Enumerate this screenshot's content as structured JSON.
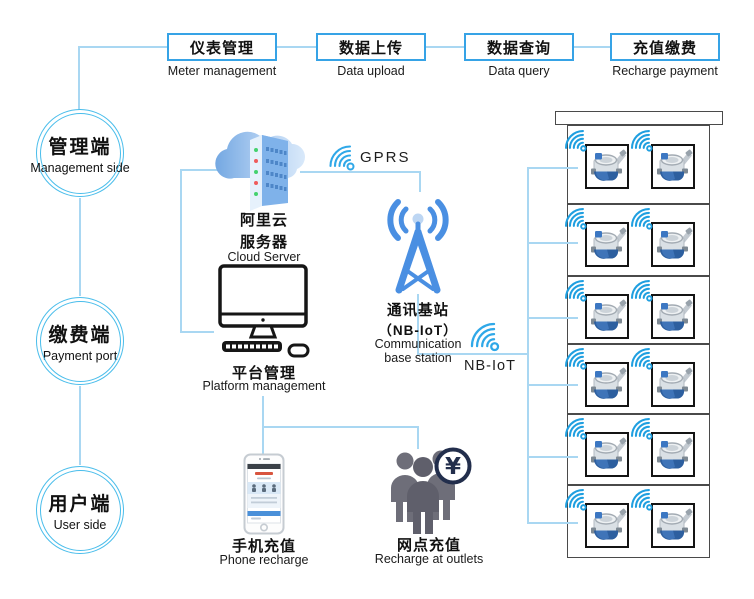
{
  "top_flow": {
    "boxes": [
      {
        "zh": "仪表管理",
        "en": "Meter management"
      },
      {
        "zh": "数据上传",
        "en": "Data upload"
      },
      {
        "zh": "数据查询",
        "en": "Data query"
      },
      {
        "zh": "充值缴费",
        "en": "Recharge payment"
      }
    ]
  },
  "roles": [
    {
      "zh": "管理端",
      "en": "Management side"
    },
    {
      "zh": "缴费端",
      "en": "Payment port"
    },
    {
      "zh": "用户端",
      "en": "User side"
    }
  ],
  "cloud_server": {
    "zh1": "阿里云",
    "zh2": "服务器",
    "en": "Cloud Server"
  },
  "network": {
    "gprs": "GPRS",
    "nbiot": "NB-IoT"
  },
  "base_station": {
    "zh": "通讯基站",
    "sub": "（NB-IoT）",
    "en1": "Communication",
    "en2": "base station"
  },
  "platform": {
    "zh": "平台管理",
    "en": "Platform management"
  },
  "phone": {
    "zh": "手机充值",
    "en": "Phone recharge"
  },
  "outlets": {
    "zh": "网点充值",
    "en": "Recharge at outlets"
  },
  "currency_symbol": "¥",
  "meter_wall": {
    "rows": 6,
    "cols": 2
  },
  "colors": {
    "connector_line": "#a9d7f2",
    "box_border": "#36a3e6",
    "circle_ring": "#49bdeb",
    "wifi_blue": "#2fa8e8",
    "station_blue": "#4a8fe2",
    "meter_wifi_blue": "#1f9fe0"
  }
}
